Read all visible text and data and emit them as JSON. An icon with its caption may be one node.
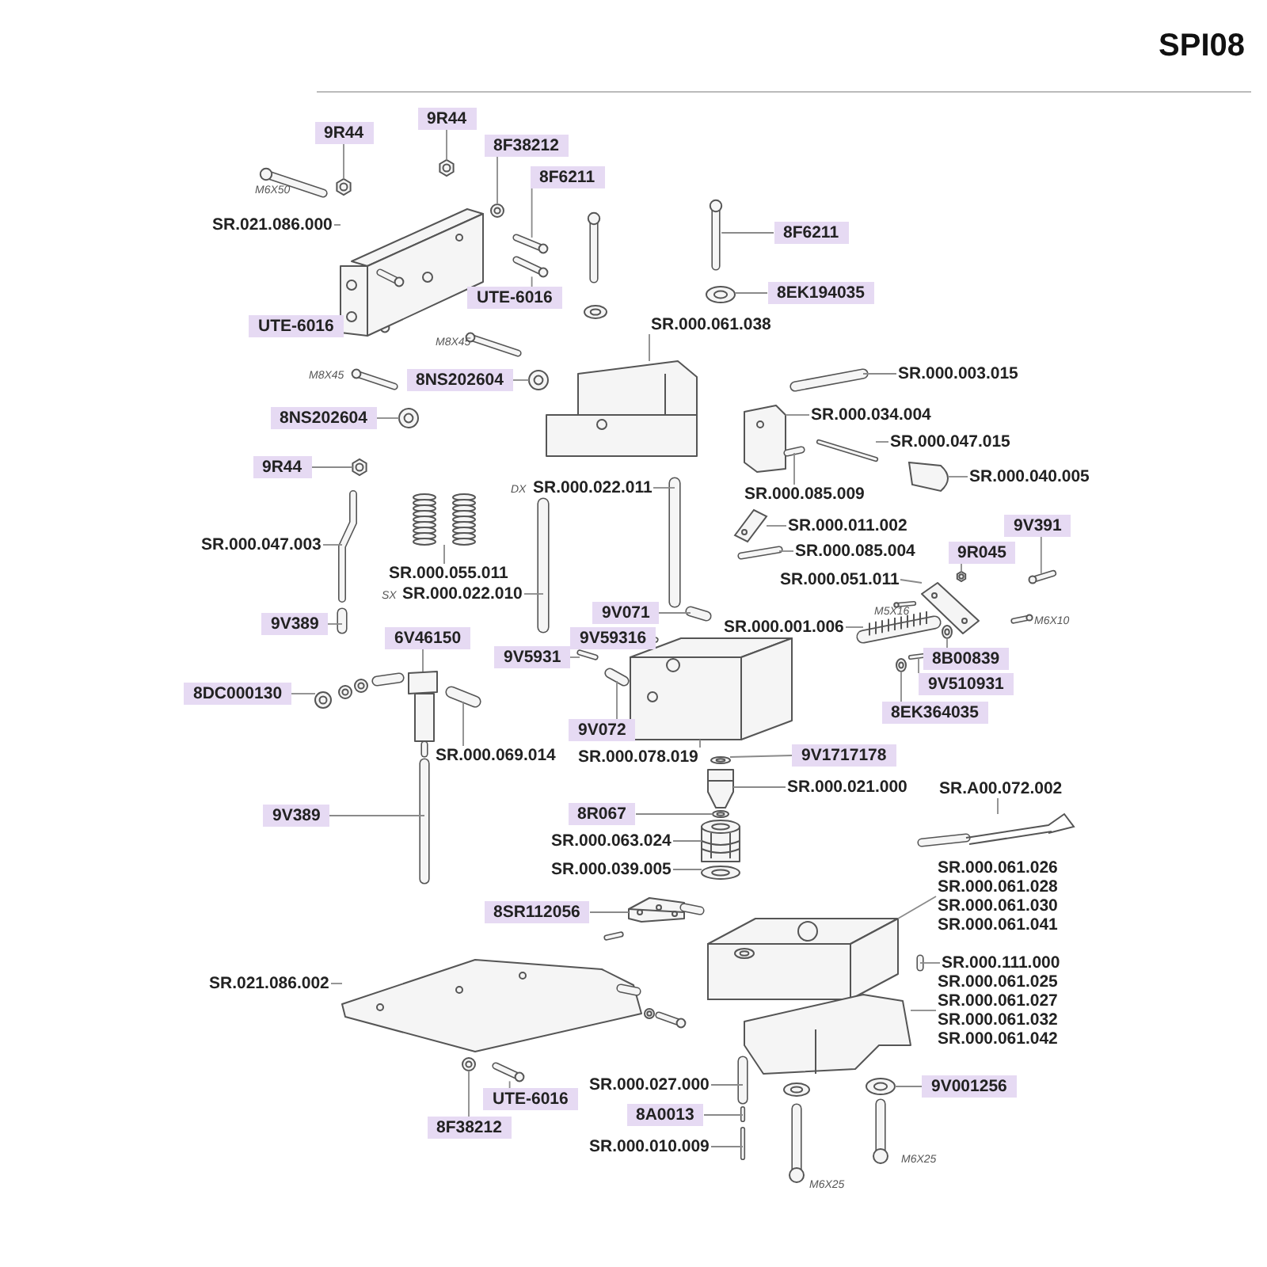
{
  "diagram": {
    "title": "SPI08",
    "nodes": [
      {
        "text": [
          "9R44"
        ]
      },
      {
        "text": [
          "9R44"
        ]
      },
      {
        "text": [
          "8F38212"
        ]
      },
      {
        "text": [
          "8F6211"
        ]
      },
      {
        "text": [
          "SR.021.086.000"
        ]
      },
      {
        "text": [
          "8F6211"
        ]
      },
      {
        "text": [
          "8EK194035"
        ]
      },
      {
        "text": [
          "UTE-6016"
        ]
      },
      {
        "text": [
          "SR.000.061.038"
        ]
      },
      {
        "text": [
          "UTE-6016"
        ]
      },
      {
        "text": [
          "8NS202604"
        ]
      },
      {
        "text": [
          "SR.000.003.015"
        ]
      },
      {
        "text": [
          "8NS202604"
        ]
      },
      {
        "text": [
          "SR.000.034.004"
        ]
      },
      {
        "text": [
          "SR.000.047.015"
        ]
      },
      {
        "text": [
          "9R44"
        ]
      },
      {
        "text": [
          "SR.000.040.005"
        ]
      },
      {
        "text": [
          "SR.000.022.011"
        ],
        "beside": [
          "DX"
        ]
      },
      {
        "text": [
          "SR.000.085.009"
        ]
      },
      {
        "text": [
          "SR.000.011.002"
        ]
      },
      {
        "text": [
          "9V391"
        ]
      },
      {
        "text": [
          "SR.000.047.003"
        ]
      },
      {
        "text": [
          "SR.000.085.004"
        ]
      },
      {
        "text": [
          "9R045"
        ]
      },
      {
        "text": [
          "SR.000.055.011"
        ]
      },
      {
        "text": [
          "SR.000.022.010"
        ],
        "beside": [
          "SX"
        ]
      },
      {
        "text": [
          "SR.000.051.011"
        ]
      },
      {
        "text": [
          "9V071"
        ]
      },
      {
        "text": [
          "9V389"
        ]
      },
      {
        "text": [
          "SR.000.001.006"
        ]
      },
      {
        "text": [
          "9V59316"
        ]
      },
      {
        "text": [
          "6V46150"
        ]
      },
      {
        "text": [
          "9V5931"
        ]
      },
      {
        "text": [
          "8B00839"
        ]
      },
      {
        "text": [
          "8DC000130"
        ]
      },
      {
        "text": [
          "9V510931"
        ]
      },
      {
        "text": [
          "8EK364035"
        ]
      },
      {
        "text": [
          "9V072"
        ]
      },
      {
        "text": [
          "SR.000.069.014"
        ]
      },
      {
        "text": [
          "SR.000.078.019"
        ]
      },
      {
        "text": [
          "9V1717178"
        ]
      },
      {
        "text": [
          "SR.000.021.000"
        ]
      },
      {
        "text": [
          "SR.A00.072.002"
        ]
      },
      {
        "text": [
          "8R067"
        ]
      },
      {
        "text": [
          "9V389"
        ]
      },
      {
        "text": [
          "SR.000.063.024"
        ]
      },
      {
        "text": [
          "SR.000.039.005"
        ]
      },
      {
        "text": [
          "SR.000.061.026",
          "SR.000.061.028",
          "SR.000.061.030",
          "SR.000.061.041"
        ]
      },
      {
        "text": [
          "8SR112056"
        ]
      },
      {
        "text": [
          "SR.000.111.000"
        ]
      },
      {
        "text": [
          "SR.021.086.002"
        ]
      },
      {
        "text": [
          "SR.000.061.025",
          "SR.000.061.027",
          "SR.000.061.032",
          "SR.000.061.042"
        ]
      },
      {
        "text": [
          "SR.000.027.000"
        ]
      },
      {
        "text": [
          "9V001256"
        ]
      },
      {
        "text": [
          "UTE-6016"
        ]
      },
      {
        "text": [
          "8A0013"
        ]
      },
      {
        "text": [
          "8F38212"
        ]
      },
      {
        "text": [
          "SR.000.010.009"
        ]
      },
      {
        "text": [],
        "shape": "picture"
      },
      {
        "text": [],
        "shape": "picture"
      },
      {
        "text": [],
        "shape": "picture"
      },
      {
        "text": [],
        "shape": "picture"
      },
      {
        "text": [],
        "shape": "picture"
      },
      {
        "text": [],
        "shape": "picture"
      },
      {
        "text": [],
        "shape": "picture"
      },
      {
        "text": [],
        "shape": "picture"
      },
      {
        "text": [],
        "shape": "picture"
      },
      {
        "text": [],
        "shape": "picture"
      },
      {
        "text": [],
        "shape": "picture"
      },
      {
        "text": [],
        "shape": "picture"
      },
      {
        "text": [],
        "shape": "picture"
      },
      {
        "text": [],
        "shape": "picture"
      },
      {
        "text": [],
        "shape": "picture"
      },
      {
        "text": [],
        "shape": "picture"
      },
      {
        "text": [],
        "shape": "picture"
      },
      {
        "text": [],
        "shape": "picture"
      },
      {
        "text": [],
        "shape": "picture"
      },
      {
        "text": [],
        "shape": "picture"
      },
      {
        "text": [],
        "shape": "picture"
      },
      {
        "text": [],
        "shape": "picture"
      },
      {
        "text": [],
        "shape": "picture"
      },
      {
        "text": [],
        "shape": "picture"
      },
      {
        "text": [],
        "shape": "picture"
      },
      {
        "text": [],
        "shape": "picture"
      },
      {
        "text": [],
        "shape": "picture"
      },
      {
        "text": [],
        "shape": "picture"
      },
      {
        "text": [],
        "shape": "picture"
      },
      {
        "text": [],
        "shape": "picture"
      },
      {
        "text": [],
        "shape": "picture"
      },
      {
        "text": [],
        "shape": "picture"
      },
      {
        "text": [],
        "shape": "picture"
      },
      {
        "text": [],
        "shape": "picture"
      },
      {
        "text": [],
        "shape": "picture"
      },
      {
        "text": [],
        "shape": "picture"
      },
      {
        "text": [],
        "shape": "picture"
      },
      {
        "text": [],
        "shape": "picture"
      },
      {
        "text": [],
        "shape": "picture"
      },
      {
        "text": [],
        "shape": "picture"
      },
      {
        "text": [],
        "shape": "picture"
      },
      {
        "text": [],
        "shape": "picture"
      },
      {
        "text": [],
        "shape": "picture"
      },
      {
        "text": [],
        "shape": "picture"
      },
      {
        "text": [],
        "shape": "picture"
      },
      {
        "text": [],
        "shape": "picture"
      },
      {
        "text": [],
        "shape": "picture"
      },
      {
        "text": [],
        "shape": "picture"
      },
      {
        "text": [],
        "shape": "picture"
      },
      {
        "text": [],
        "shape": "picture"
      },
      {
        "text": [],
        "shape": "picture"
      },
      {
        "text": [],
        "shape": "picture"
      },
      {
        "text": [],
        "shape": "picture"
      },
      {
        "text": [],
        "shape": "picture"
      },
      {
        "text": [],
        "shape": "picture"
      },
      {
        "text": [],
        "shape": "picture"
      }
    ],
    "edges": [
      {
        "from": 0,
        "to": 58,
        "arrow": "none"
      },
      {
        "from": 1,
        "to": 59,
        "arrow": "none"
      },
      {
        "from": 2,
        "to": 60,
        "arrow": "none"
      },
      {
        "from": 3,
        "to": 61,
        "arrow": "none"
      },
      {
        "from": 4,
        "to": 62,
        "arrow": "none"
      },
      {
        "from": 5,
        "to": 63,
        "arrow": "none"
      },
      {
        "from": 6,
        "to": 64,
        "arrow": "none"
      },
      {
        "from": 7,
        "to": 65,
        "arrow": "none"
      },
      {
        "from": 8,
        "to": 66,
        "arrow": "none"
      },
      {
        "from": 10,
        "to": 67,
        "arrow": "none"
      },
      {
        "from": 11,
        "to": 68,
        "arrow": "none"
      },
      {
        "from": 12,
        "to": 69,
        "arrow": "none"
      },
      {
        "from": 13,
        "to": 70,
        "arrow": "none"
      },
      {
        "from": 14,
        "to": 71,
        "arrow": "none"
      },
      {
        "from": 15,
        "to": 72,
        "arrow": "none"
      },
      {
        "from": 16,
        "to": 73,
        "arrow": "none"
      },
      {
        "from": 17,
        "to": 74,
        "arrow": "none"
      },
      {
        "from": 18,
        "to": 75,
        "arrow": "none"
      },
      {
        "from": 19,
        "to": 76,
        "arrow": "none"
      },
      {
        "from": 20,
        "to": 77,
        "arrow": "none"
      },
      {
        "from": 21,
        "to": 78,
        "arrow": "none"
      },
      {
        "from": 22,
        "to": 79,
        "arrow": "none"
      },
      {
        "from": 23,
        "to": 80,
        "arrow": "none"
      },
      {
        "from": 24,
        "to": 81,
        "arrow": "none"
      },
      {
        "from": 25,
        "to": 82,
        "arrow": "none"
      },
      {
        "from": 26,
        "to": 83,
        "arrow": "none"
      },
      {
        "from": 27,
        "to": 84,
        "arrow": "none"
      },
      {
        "from": 28,
        "to": 85,
        "arrow": "none"
      },
      {
        "from": 29,
        "to": 86,
        "arrow": "none"
      },
      {
        "from": 31,
        "to": 87,
        "arrow": "none"
      },
      {
        "from": 32,
        "to": 88,
        "arrow": "none"
      },
      {
        "from": 33,
        "to": 89,
        "arrow": "none"
      },
      {
        "from": 34,
        "to": 90,
        "arrow": "none"
      },
      {
        "from": 35,
        "to": 91,
        "arrow": "none"
      },
      {
        "from": 36,
        "to": 92,
        "arrow": "none"
      },
      {
        "from": 37,
        "to": 93,
        "arrow": "none"
      },
      {
        "from": 38,
        "to": 94,
        "arrow": "none"
      },
      {
        "from": 39,
        "to": 95,
        "arrow": "none"
      },
      {
        "from": 40,
        "to": 96,
        "arrow": "none"
      },
      {
        "from": 41,
        "to": 97,
        "arrow": "none"
      },
      {
        "from": 42,
        "to": 98,
        "arrow": "none"
      },
      {
        "from": 43,
        "to": 99,
        "arrow": "none"
      },
      {
        "from": 44,
        "to": 100,
        "arrow": "none"
      },
      {
        "from": 45,
        "to": 101,
        "arrow": "none"
      },
      {
        "from": 46,
        "to": 102,
        "arrow": "none"
      },
      {
        "from": 47,
        "to": 103,
        "arrow": "none"
      },
      {
        "from": 48,
        "to": 104,
        "arrow": "none"
      },
      {
        "from": 49,
        "to": 105,
        "arrow": "none"
      },
      {
        "from": 50,
        "to": 106,
        "arrow": "none"
      },
      {
        "from": 51,
        "to": 107,
        "arrow": "none"
      },
      {
        "from": 52,
        "to": 108,
        "arrow": "none"
      },
      {
        "from": 53,
        "to": 109,
        "arrow": "none"
      },
      {
        "from": 54,
        "to": 110,
        "arrow": "none"
      },
      {
        "from": 55,
        "to": 111,
        "arrow": "none"
      },
      {
        "from": 56,
        "to": 112,
        "arrow": "none"
      },
      {
        "from": 57,
        "to": 113,
        "arrow": "none"
      }
    ],
    "labels": [
      "M6X50",
      "M8X45",
      "M8X45",
      "M5X16",
      "M6X10",
      "M6X25",
      "M6X25"
    ]
  }
}
